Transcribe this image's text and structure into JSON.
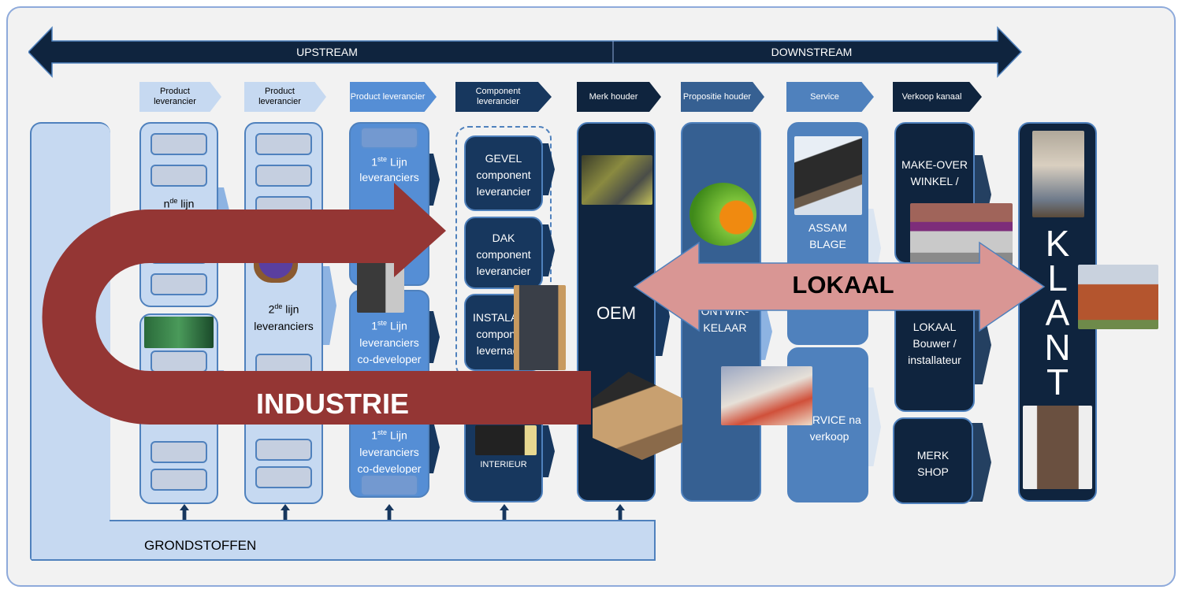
{
  "flow": {
    "upstream": "UPSTREAM",
    "downstream": "DOWNSTREAM"
  },
  "headers": [
    "Product leverancier",
    "Product leverancier",
    "Product leverancier",
    "Component leverancier",
    "Merk houder",
    "Propositie houder",
    "Service",
    "Verkoop kanaal"
  ],
  "col1": {
    "top_base": "n",
    "top_sup": "de",
    "top_rest": " lijn",
    "bottom_base": "n",
    "bottom_sup": "de",
    "bottom_rest": " lijn"
  },
  "col2": {
    "base": "2",
    "sup": "de",
    "rest": " lijn",
    "line2": "leveranciers"
  },
  "col3": {
    "top_base": "1",
    "top_sup": "ste",
    "top_rest": " Lijn",
    "top_line2": "leveranciers",
    "mid_base": "1",
    "mid_sup": "ste",
    "mid_rest": " Lijn",
    "mid_line2": "leveranciers",
    "mid_line3": "co-developer",
    "bot_base": "1",
    "bot_sup": "ste",
    "bot_rest": " Lijn",
    "bot_line2": "leveranciers",
    "bot_line3": "co-developer"
  },
  "components": {
    "gevel": "GEVEL component leverancier",
    "dak": "DAK component leverancier",
    "installatie": "INSTALATIE component levernacier",
    "interieur": "INTERIEUR"
  },
  "oem": "OEM",
  "ontwikkelaar": "ONTWIK-KELAAR",
  "service": {
    "assemblage": "ASSAM BLAGE",
    "na_verkoop": "SERVICE na verkoop"
  },
  "verkoop": {
    "makeover": "MAKE-OVER WINKEL /",
    "lokaal": "LOKAAL Bouwer / installateur",
    "merkshop": "MERK SHOP"
  },
  "klant": [
    "K",
    "L",
    "A",
    "N",
    "T"
  ],
  "grondstoffen": "GRONDSTOFFEN",
  "industrie": "INDUSTRIE",
  "lokaal": "LOKAAL",
  "colors": {
    "light": "#c6d9f1",
    "mid": "#558ed5",
    "dark": "#0f243e",
    "industrie": "#943634",
    "lokaal": "#d99694"
  }
}
